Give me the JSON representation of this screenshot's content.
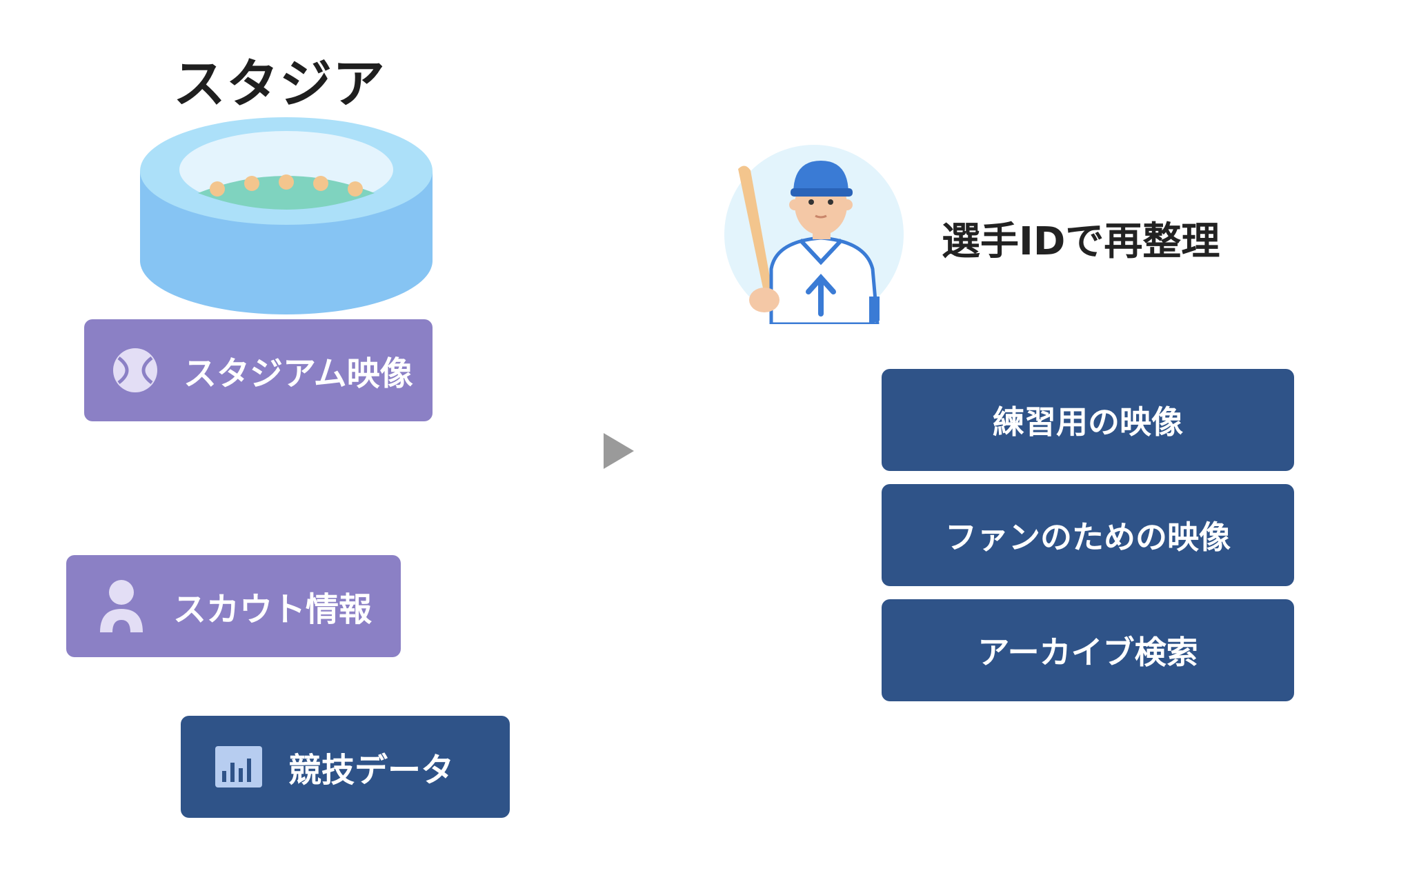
{
  "stadium": {
    "title": "スタジアム"
  },
  "sources": [
    {
      "label": "スタジアム映像",
      "icon": "baseball-icon",
      "color": "#8b80c5"
    },
    {
      "label": "スカウト情報",
      "icon": "person-icon",
      "color": "#8b80c5"
    },
    {
      "label": "競技データ",
      "icon": "bar-chart-icon",
      "color": "#2f5388"
    }
  ],
  "flow_arrow": {
    "icon": "play-arrow-icon",
    "color": "#9a9a9a"
  },
  "player": {
    "icon": "baseball-player-icon",
    "caption": "選手IDで再整理"
  },
  "outputs": [
    {
      "label": "練習用の映像"
    },
    {
      "label": "ファンのための映像"
    },
    {
      "label": "アーカイブ検索"
    }
  ],
  "colors": {
    "purple": "#8b80c5",
    "navy": "#2f5388",
    "text": "#222222"
  }
}
